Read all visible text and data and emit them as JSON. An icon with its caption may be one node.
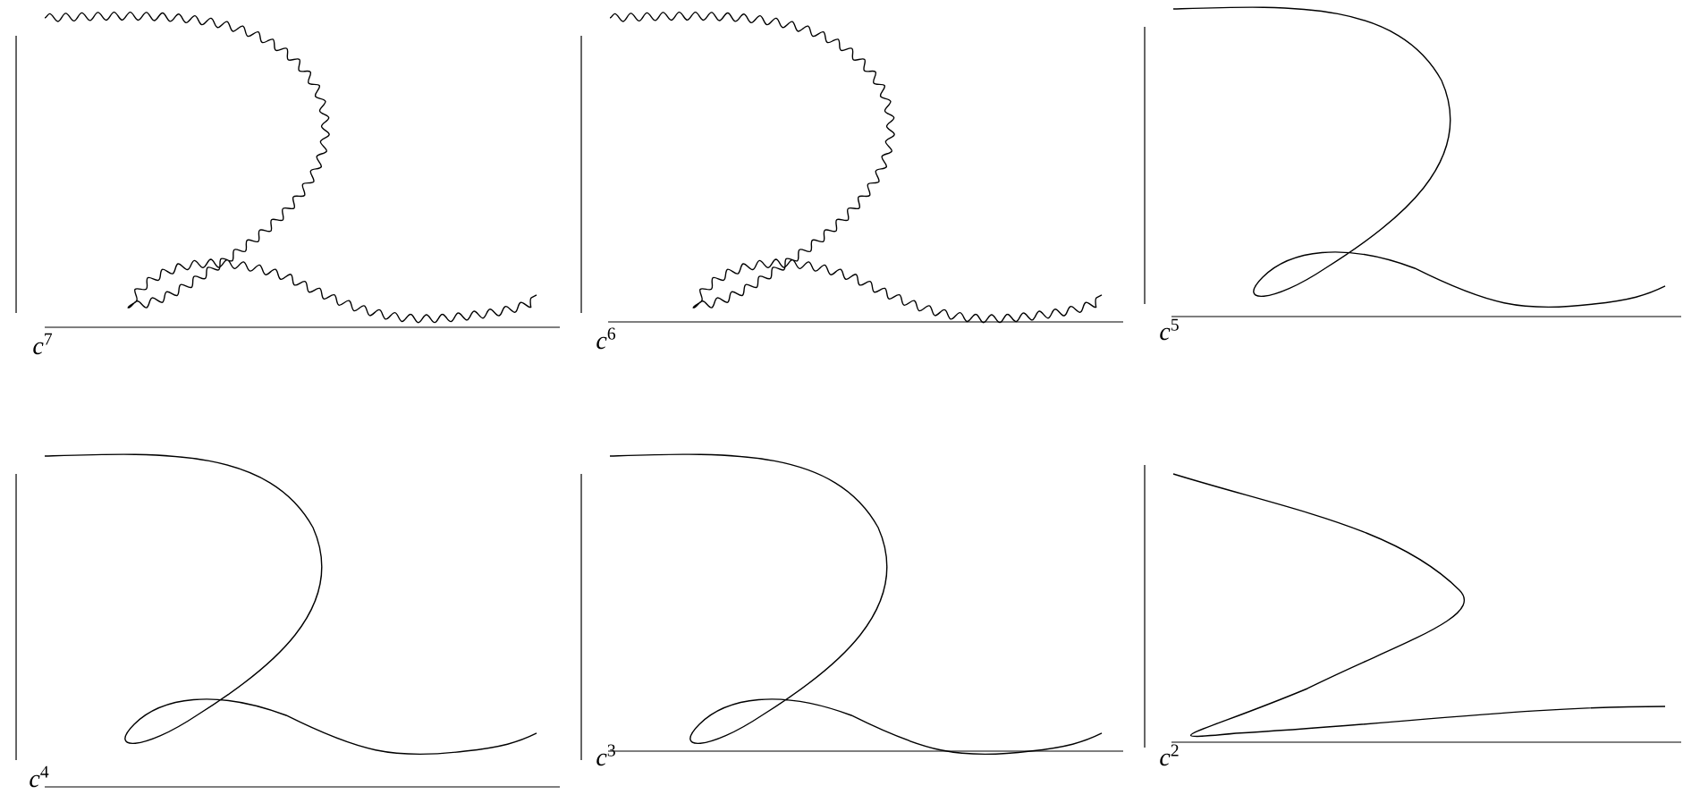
{
  "diagram": {
    "labels": [
      "*c*$^{7}$",
      "*c*$^{6}$",
      "*c*$^{5}$",
      "*c*$^{4}$",
      "*c*$^{3}$",
      "*c*$^{2}$"
    ]
  }
}
